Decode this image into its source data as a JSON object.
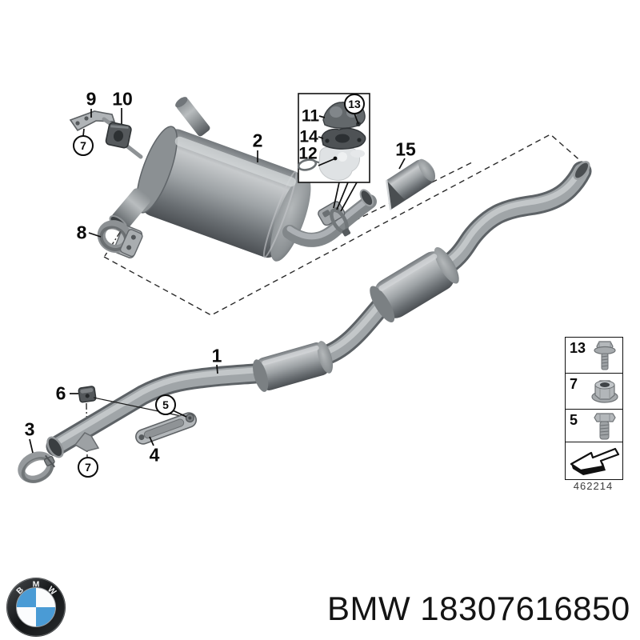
{
  "page": {
    "background": "#ffffff"
  },
  "diagram": {
    "callouts": {
      "c1": "1",
      "c2": "2",
      "c3": "3",
      "c4": "4",
      "c5": "5",
      "c6": "6",
      "c7_top": "7",
      "c7_bottom": "7",
      "c8": "8",
      "c9": "9",
      "c10": "10",
      "c11": "11",
      "c12": "12",
      "c13": "13",
      "c14": "14",
      "c15": "15"
    },
    "legend": {
      "rows": [
        {
          "label": "13",
          "icon": "flange-bolt-icon"
        },
        {
          "label": "7",
          "icon": "flange-nut-icon"
        },
        {
          "label": "5",
          "icon": "hex-bolt-icon"
        }
      ],
      "arrow_icon": "direction-arrow-icon",
      "code": "462214"
    }
  },
  "footer": {
    "roundel": {
      "b": "B",
      "m": "M",
      "w": "W"
    },
    "part_label": "BMW 18307616850"
  },
  "colors": {
    "metal_light": "#c9cccf",
    "metal_mid": "#9aa0a4",
    "metal_dark": "#585d61",
    "line_black": "#111111",
    "ghost_gray": "#dfe2e4",
    "bmw_blue": "#4a9bd5"
  }
}
